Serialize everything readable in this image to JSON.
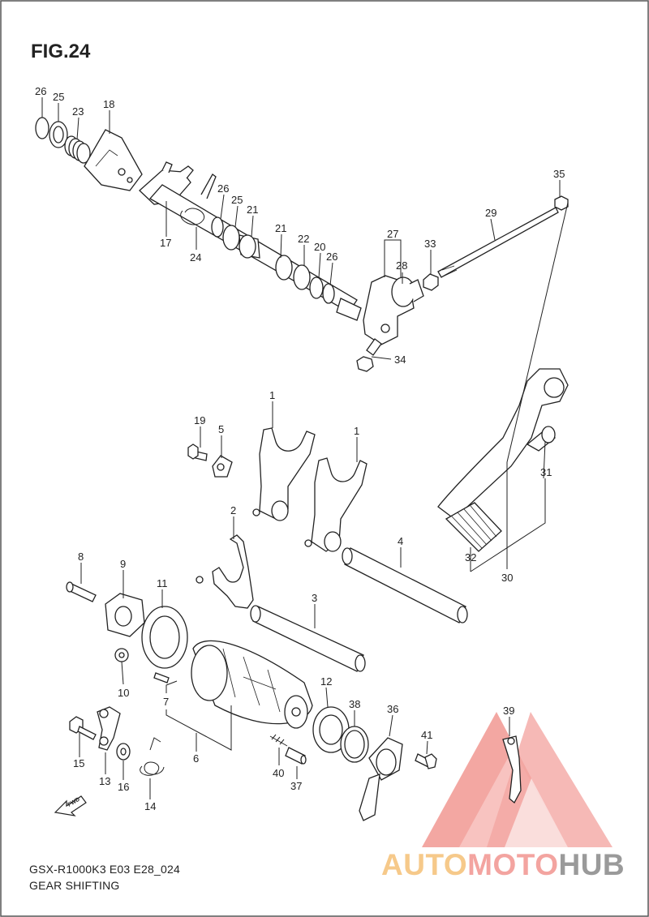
{
  "figure": {
    "title": "FIG.24",
    "footer_code": "GSX-R1000K3 E03 E28_024",
    "footer_caption": "GEAR SHIFTING",
    "fwd_label": "FWD"
  },
  "watermark": {
    "part1": "AUTO",
    "part2": "MOTO",
    "part3": "HUB",
    "colors": {
      "auto": "#f6c98a",
      "moto": "#f3a4a0",
      "hub": "#9a9a9a",
      "triangle": "#f08a84"
    }
  },
  "callouts": [
    {
      "id": "c26a",
      "label": "26"
    },
    {
      "id": "c25a",
      "label": "25"
    },
    {
      "id": "c23",
      "label": "23"
    },
    {
      "id": "c18",
      "label": "18"
    },
    {
      "id": "c17",
      "label": "17"
    },
    {
      "id": "c24",
      "label": "24"
    },
    {
      "id": "c26b",
      "label": "26"
    },
    {
      "id": "c25b",
      "label": "25"
    },
    {
      "id": "c21a",
      "label": "21"
    },
    {
      "id": "c21b",
      "label": "21"
    },
    {
      "id": "c22",
      "label": "22"
    },
    {
      "id": "c20",
      "label": "20"
    },
    {
      "id": "c26c",
      "label": "26"
    },
    {
      "id": "c27",
      "label": "27"
    },
    {
      "id": "c28",
      "label": "28"
    },
    {
      "id": "c33",
      "label": "33"
    },
    {
      "id": "c29",
      "label": "29"
    },
    {
      "id": "c35",
      "label": "35"
    },
    {
      "id": "c34",
      "label": "34"
    },
    {
      "id": "c1a",
      "label": "1"
    },
    {
      "id": "c1b",
      "label": "1"
    },
    {
      "id": "c19",
      "label": "19"
    },
    {
      "id": "c5",
      "label": "5"
    },
    {
      "id": "c2",
      "label": "2"
    },
    {
      "id": "c4",
      "label": "4"
    },
    {
      "id": "c3",
      "label": "3"
    },
    {
      "id": "c31",
      "label": "31"
    },
    {
      "id": "c32",
      "label": "32"
    },
    {
      "id": "c30",
      "label": "30"
    },
    {
      "id": "c8",
      "label": "8"
    },
    {
      "id": "c9",
      "label": "9"
    },
    {
      "id": "c11",
      "label": "11"
    },
    {
      "id": "c10",
      "label": "10"
    },
    {
      "id": "c7",
      "label": "7"
    },
    {
      "id": "c6",
      "label": "6"
    },
    {
      "id": "c12",
      "label": "12"
    },
    {
      "id": "c38",
      "label": "38"
    },
    {
      "id": "c36",
      "label": "36"
    },
    {
      "id": "c41",
      "label": "41"
    },
    {
      "id": "c40",
      "label": "40"
    },
    {
      "id": "c37",
      "label": "37"
    },
    {
      "id": "c39",
      "label": "39"
    },
    {
      "id": "c15",
      "label": "15"
    },
    {
      "id": "c13",
      "label": "13"
    },
    {
      "id": "c16",
      "label": "16"
    },
    {
      "id": "c14",
      "label": "14"
    }
  ]
}
